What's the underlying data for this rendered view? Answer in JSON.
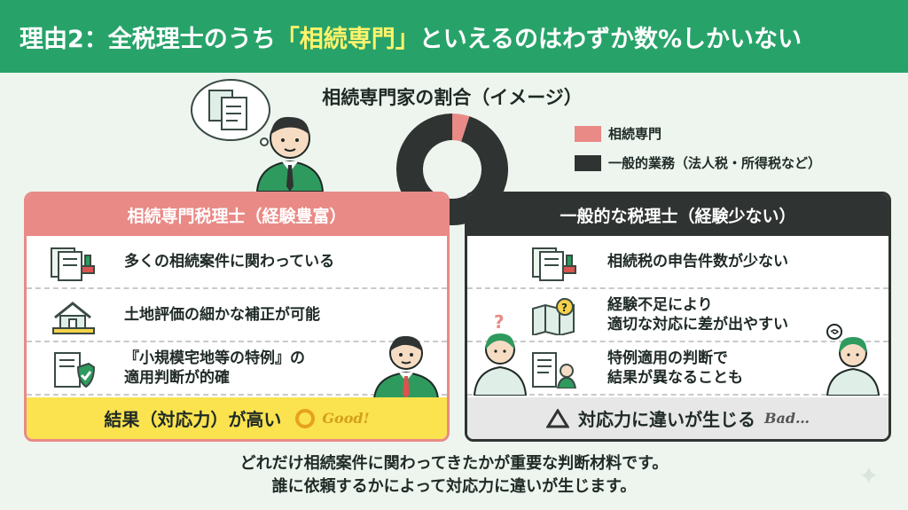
{
  "header": {
    "title_pre": "理由2：全税理士のうち",
    "title_highlight": "「相続専門」",
    "title_post": "といえるのはわずか数%しかいない"
  },
  "chart": {
    "title": "相続専門家の割合（イメージ）"
  },
  "chart_data": {
    "type": "pie",
    "title": "相続専門家の割合（イメージ）",
    "legend_position": "right",
    "categories": [
      "相続専門",
      "一般的業務（法人税・所得税など）"
    ],
    "values": [
      5,
      95
    ],
    "colors": [
      "#e98a86",
      "#2f3332"
    ]
  },
  "legend": [
    {
      "label": "相続専門",
      "color": "#e98a86"
    },
    {
      "label": "一般的業務（法人税・所得税など）",
      "color": "#2f3332"
    }
  ],
  "left_panel": {
    "title": "相続専門税理士（経験豊富）",
    "items": [
      {
        "icon": "documents-stamp-icon",
        "text": "多くの相続案件に関わっている"
      },
      {
        "icon": "house-measure-icon",
        "text": "土地評価の細かな補正が可能"
      },
      {
        "icon": "document-shield-icon",
        "text_line1": "『小規模宅地等の特例』の",
        "text_line2": "適用判断が的確"
      }
    ],
    "result": "結果（対応力）が高い",
    "badge": "Good!"
  },
  "right_panel": {
    "title": "一般的な税理士（経験少ない）",
    "items": [
      {
        "icon": "documents-stamp-icon",
        "text": "相続税の申告件数が少ない"
      },
      {
        "icon": "map-question-icon",
        "text_line1": "経験不足により",
        "text_line2": "適切な対応に差が出やすい"
      },
      {
        "icon": "document-person-icon",
        "text_line1": "特例適用の判断で",
        "text_line2": "結果が異なることも"
      }
    ],
    "result": "対応力に違いが生じる",
    "badge": "Bad…",
    "question_mark": "?"
  },
  "bottom": {
    "line1": "どれだけ相続案件に関わってきたかが重要な判断材料です。",
    "line2": "誰に依頼するかによって対応力に違いが生じます。"
  },
  "colors": {
    "green": "#27a36a",
    "pink": "#e98a86",
    "dark": "#2f3332",
    "yellow": "#fbe34f",
    "highlight": "#fff36b"
  }
}
